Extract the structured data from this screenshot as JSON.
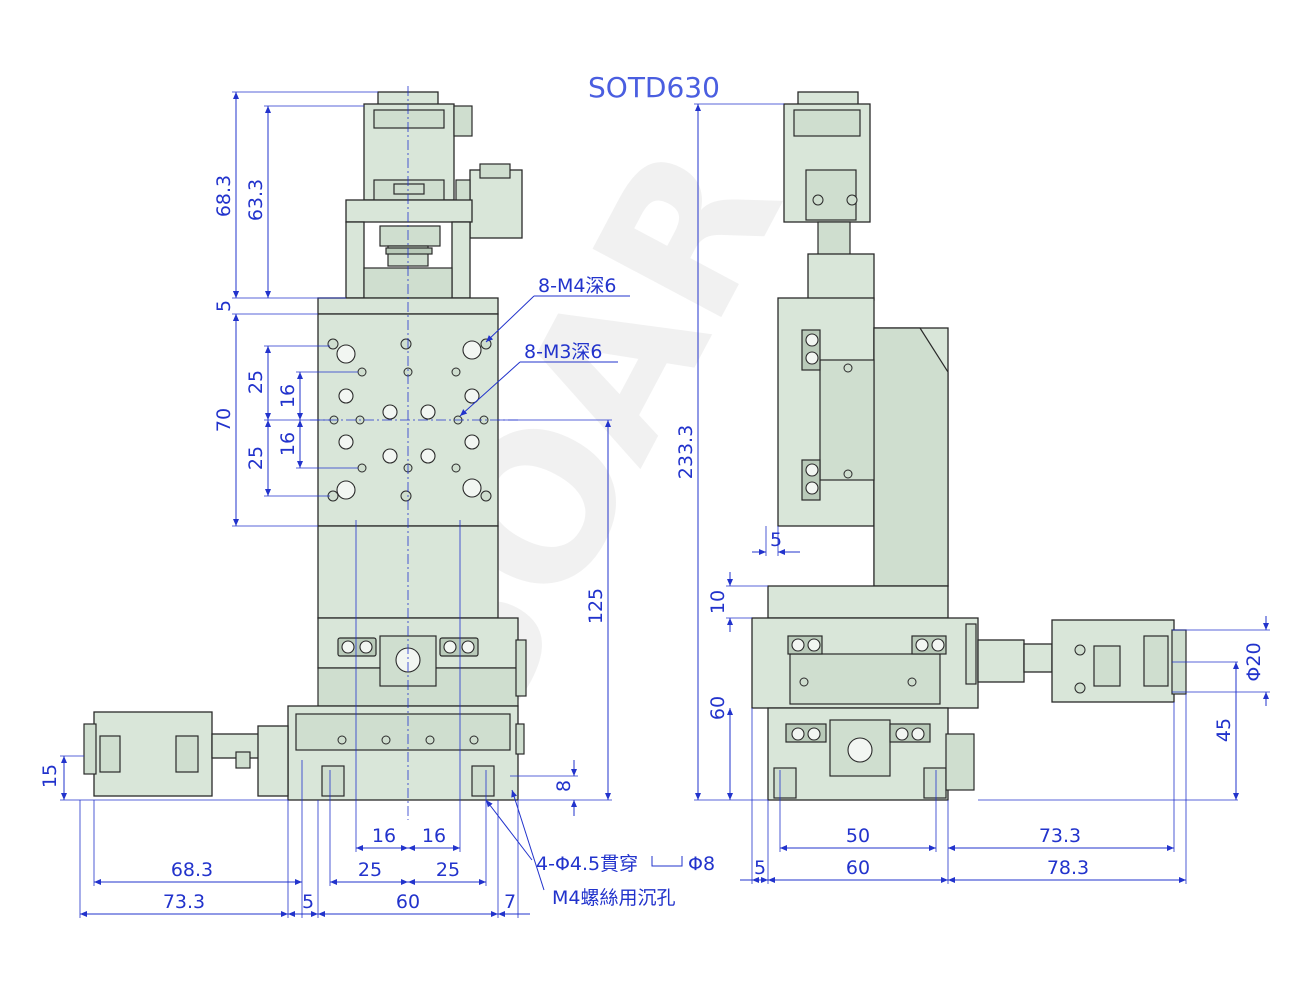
{
  "title": "SOTD630",
  "watermark": "SOAR",
  "front_view": {
    "vertical_dims": [
      "68.3",
      "63.3",
      "5",
      "70",
      "25",
      "16",
      "16",
      "25",
      "125",
      "15",
      "8"
    ],
    "horizontal_dims": [
      "16",
      "16",
      "25",
      "25",
      "68.3",
      "73.3",
      "5",
      "60",
      "7"
    ],
    "callouts": [
      "8-M4深6",
      "8-M3深6",
      "4-Φ4.5貫穿",
      "Φ8",
      "M4螺絲用沉孔"
    ]
  },
  "side_view": {
    "vertical_dims": [
      "233.3",
      "5",
      "10",
      "60",
      "Φ20",
      "45"
    ],
    "horizontal_dims": [
      "50",
      "73.3",
      "5",
      "60",
      "78.3"
    ]
  },
  "colors": {
    "dimension": "#2233cc",
    "title": "#4a5ee0",
    "part_fill": "#d9e6d9",
    "outline": "#2a2a2a"
  }
}
